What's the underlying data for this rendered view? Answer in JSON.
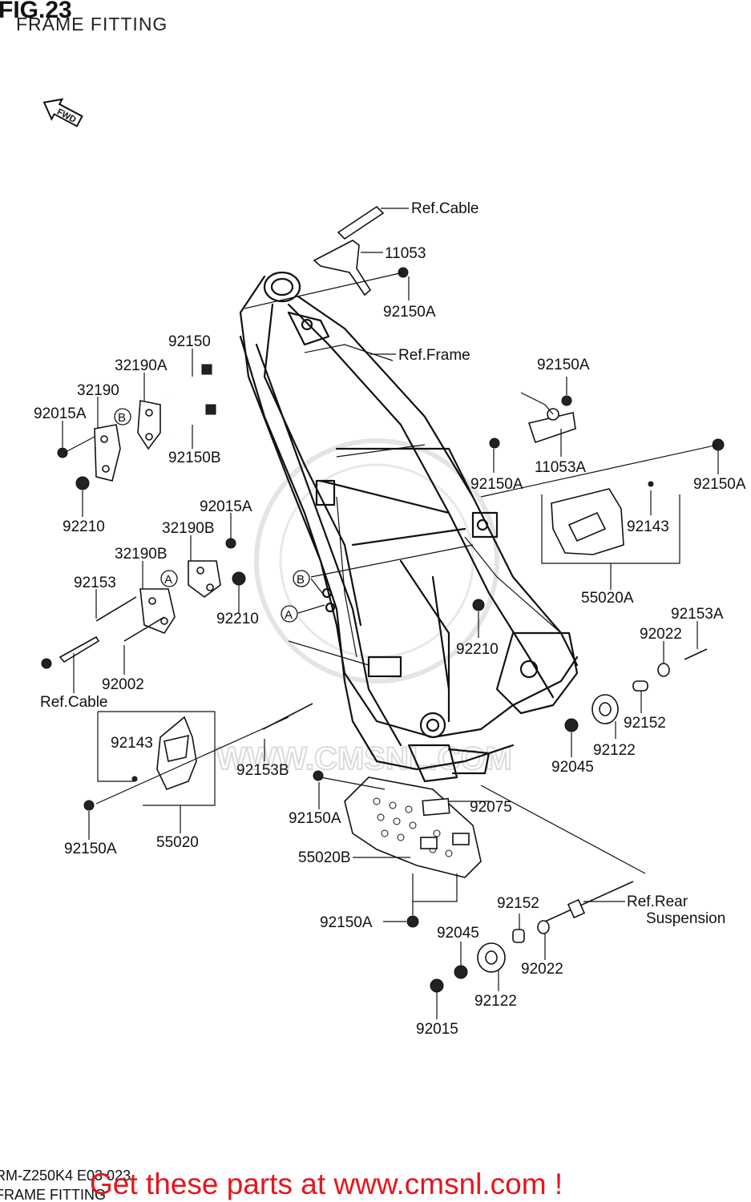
{
  "header": {
    "fig_number": "FIG.23",
    "title": "FRAME FITTING"
  },
  "fwd_arrow": {
    "text": "FWD",
    "icon": "forward-arrow-icon"
  },
  "parts": [
    {
      "id": "p11053-top",
      "code": "11053"
    },
    {
      "id": "p92150A-top",
      "code": "92150A"
    },
    {
      "id": "p92150",
      "code": "92150"
    },
    {
      "id": "p32190A",
      "code": "32190A"
    },
    {
      "id": "p32190",
      "code": "32190"
    },
    {
      "id": "p92015A-1",
      "code": "92015A"
    },
    {
      "id": "p92150B",
      "code": "92150B"
    },
    {
      "id": "p92210-1",
      "code": "92210"
    },
    {
      "id": "p92015A-2",
      "code": "92015A"
    },
    {
      "id": "p32190B-1",
      "code": "32190B"
    },
    {
      "id": "p32190B-2",
      "code": "32190B"
    },
    {
      "id": "p92153",
      "code": "92153"
    },
    {
      "id": "p92210-2",
      "code": "92210"
    },
    {
      "id": "p92002",
      "code": "92002"
    },
    {
      "id": "p92150A-r1",
      "code": "92150A"
    },
    {
      "id": "p11053A",
      "code": "11053A"
    },
    {
      "id": "p92150A-r2",
      "code": "92150A"
    },
    {
      "id": "p92150A-r3",
      "code": "92150A"
    },
    {
      "id": "p92143-r",
      "code": "92143"
    },
    {
      "id": "p55020A",
      "code": "55020A"
    },
    {
      "id": "p92153A",
      "code": "92153A"
    },
    {
      "id": "p92022-r",
      "code": "92022"
    },
    {
      "id": "p92210-3",
      "code": "92210"
    },
    {
      "id": "p92152-r",
      "code": "92152"
    },
    {
      "id": "p92122-r",
      "code": "92122"
    },
    {
      "id": "p92045-r",
      "code": "92045"
    },
    {
      "id": "p92143-l",
      "code": "92143"
    },
    {
      "id": "p92153B",
      "code": "92153B"
    },
    {
      "id": "p92150A-l",
      "code": "92150A"
    },
    {
      "id": "p55020",
      "code": "55020"
    },
    {
      "id": "p92150A-m",
      "code": "92150A"
    },
    {
      "id": "p92075",
      "code": "92075"
    },
    {
      "id": "p55020B",
      "code": "55020B"
    },
    {
      "id": "p92150A-b",
      "code": "92150A"
    },
    {
      "id": "p92152-b",
      "code": "92152"
    },
    {
      "id": "p92045-b",
      "code": "92045"
    },
    {
      "id": "p92022-b",
      "code": "92022"
    },
    {
      "id": "p92122-b",
      "code": "92122"
    },
    {
      "id": "p92015",
      "code": "92015"
    }
  ],
  "references": {
    "cable_top": "Ref.Cable",
    "frame": "Ref.Frame",
    "cable_left": "Ref.Cable",
    "rear_suspension_line1": "Ref.Rear",
    "rear_suspension_line2": "Suspension"
  },
  "markers": {
    "a": "A",
    "b": "B"
  },
  "watermark": "WWW.CMSNL.COM",
  "footer": {
    "model_code": "RM-Z250K4 E03 023",
    "title": "FRAME FITTING",
    "promo": "Get these parts at www.cmsnl.com !"
  }
}
